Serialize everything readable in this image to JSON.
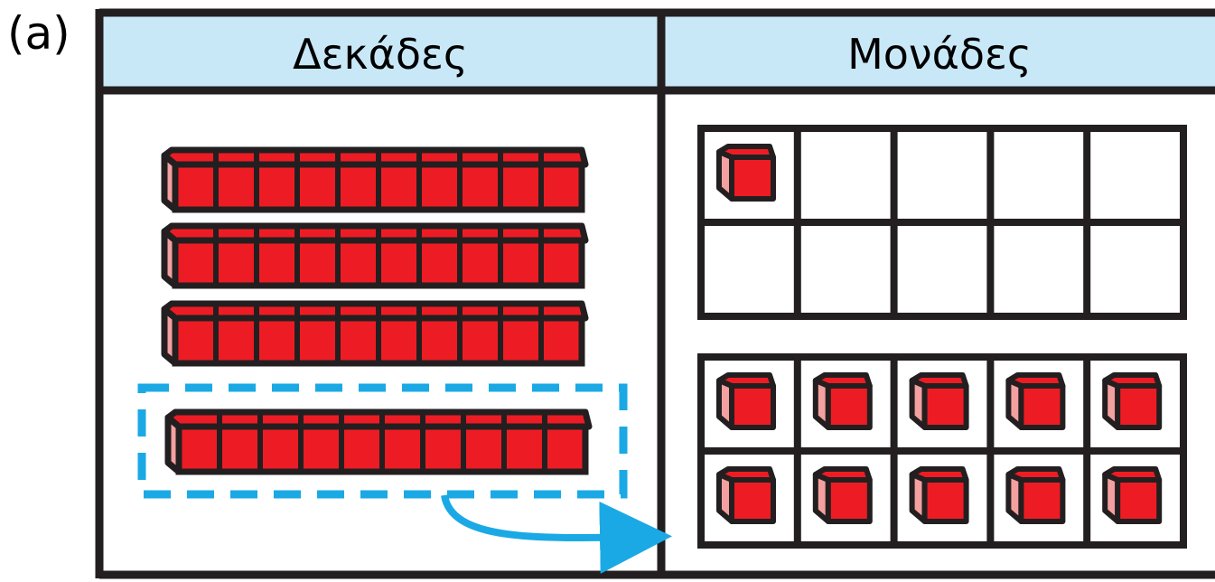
{
  "panel_label": "(a)",
  "headers": {
    "tens": "Δεκάδες",
    "ones": "Μονάδες"
  },
  "colors": {
    "header_fill": "#c8e8f8",
    "block_red": "#ed1c24",
    "block_side": "#f4a0a0",
    "outline": "#231f20",
    "highlight_blue": "#1aa9e5"
  },
  "tens_rods_count": 4,
  "cubes_per_rod": 10,
  "highlighted_rod": 4,
  "ten_frames": [
    {
      "filled_cells": 1,
      "total_cells": 10
    },
    {
      "filled_cells": 10,
      "total_cells": 10
    }
  ]
}
